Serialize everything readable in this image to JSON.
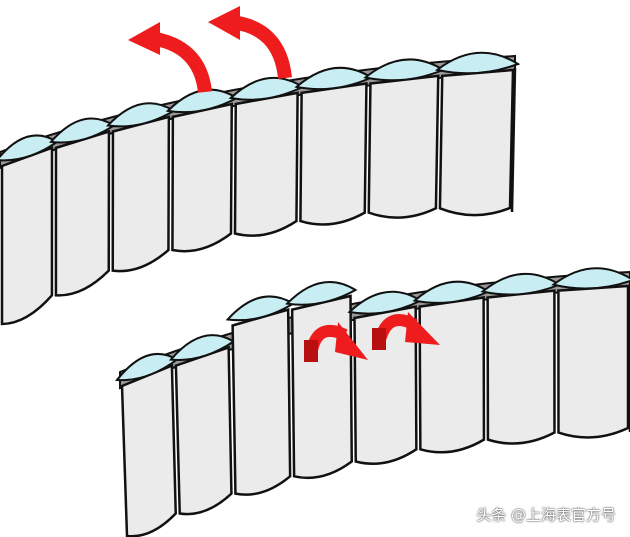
{
  "watermark": "头条 @上海表官方号",
  "colors": {
    "link_fill": "#ebebeb",
    "cap_fill": "#c8eef3",
    "connector_fill": "#9a9a9a",
    "arrow": "#ee1c1c",
    "arrow_dark": "#b81010",
    "outline": "#111111"
  },
  "bracelets": [
    {
      "name": "top-bracelet",
      "arrow_direction": "outward"
    },
    {
      "name": "bottom-bracelet",
      "arrow_direction": "inward",
      "raised_section": true
    }
  ]
}
